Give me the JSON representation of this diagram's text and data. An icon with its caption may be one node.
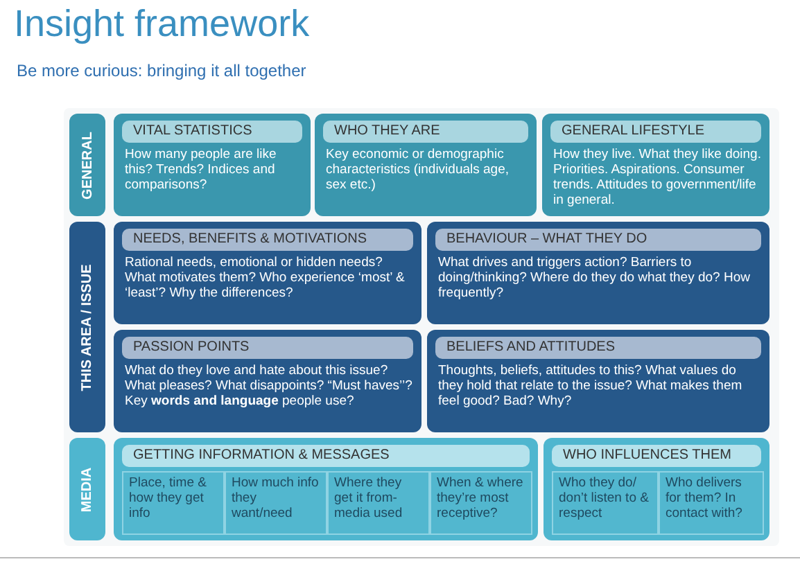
{
  "diagram": {
    "title": "Insight framework",
    "nodes": [
      {
        "text": [
          "GENERAL"
        ]
      },
      {
        "text": [
          "VITAL STATISTICS",
          "How many people are like this? Trends? Indices and comparisons?"
        ]
      },
      {
        "text": [
          "WHO THEY ARE",
          "Key economic or demographic characteristics (individuals age, sex etc.)"
        ]
      },
      {
        "text": [
          "GENERAL LIFESTYLE",
          "How they live. What they like doing. Priorities. Aspirations. Consumer trends. Attitudes to government/life in general."
        ]
      },
      {
        "text": [
          "THIS AREA / ISSUE"
        ]
      },
      {
        "text": [
          "NEEDS, BENEFITS & MOTIVATIONS",
          "Rational needs, emotional or hidden needs? What motivates them? Who experience ‘most’ & ‘least’? Why the differences?"
        ]
      },
      {
        "text": [
          "BEHAVIOUR – WHAT THEY DO",
          "What drives and triggers action? Barriers to doing/thinking? Where do they do what they do? How frequently?"
        ]
      },
      {
        "text": [
          "PASSION POINTS",
          "What do they love and hate about this issue? What pleases? What disappoints? “Must haves’’? Key **words and language** people use?"
        ]
      },
      {
        "text": [
          "BELIEFS AND ATTITUDES",
          "Thoughts, beliefs, attitudes to this? What values do they hold that relate to the issue? What makes them feel good? Bad? Why?"
        ]
      },
      {
        "text": [
          "MEDIA"
        ]
      },
      {
        "text": [
          "GETTING INFORMATION & MESSAGES"
        ]
      },
      {
        "text": [
          "Place, time & how they get info"
        ],
        "in": 10
      },
      {
        "text": [
          "How much info they want/need"
        ],
        "in": 10
      },
      {
        "text": [
          "Where they get it from- media used"
        ],
        "in": 10
      },
      {
        "text": [
          "When & where they’re most receptive?"
        ],
        "in": 10
      },
      {
        "text": [
          "WHO INFLUENCES THEM"
        ]
      },
      {
        "text": [
          "Who they do/ don’t listen to & respect"
        ],
        "in": 15
      },
      {
        "text": [
          "Who delivers for them? In contact with?"
        ],
        "in": 15
      }
    ],
    "labels": [
      "Be more curious: bringing it all together"
    ]
  }
}
